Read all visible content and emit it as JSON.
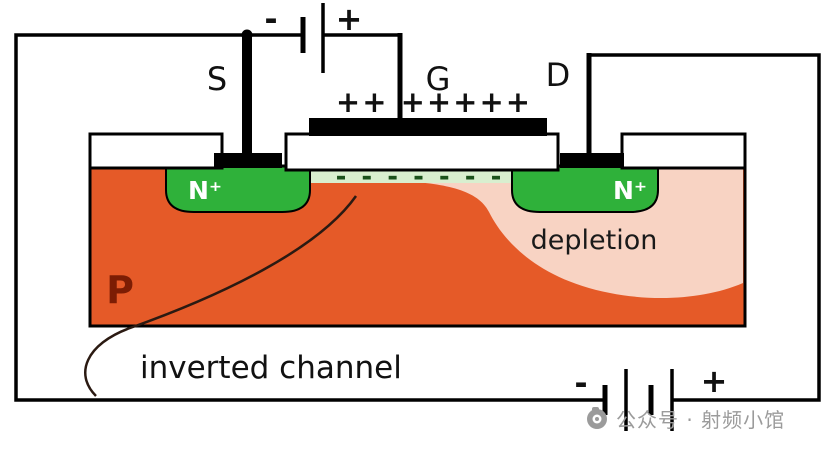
{
  "labels": {
    "source_terminal": "S",
    "gate_terminal": "G",
    "drain_terminal": "D",
    "substrate": "P",
    "n_plus_source": "N⁺",
    "n_plus_drain": "N⁺",
    "depletion_region": "depletion",
    "inverted_channel": "inverted channel",
    "gate_charge": "++ +++++",
    "channel_charge": "- - - - - - -"
  },
  "batteries": {
    "gate_battery": {
      "negative": "-",
      "positive": "+"
    },
    "drain_battery": {
      "negative": "-",
      "positive": "+"
    }
  },
  "watermark": {
    "text": "公众号 · 射频小馆"
  },
  "colors": {
    "substrate": "#e55a28",
    "n_plus": "#2fb13a",
    "depletion": "#f8d3c3",
    "channel": "#d9efcf",
    "p_label": "#7c1d04",
    "watermark": "#9b9b9b"
  }
}
